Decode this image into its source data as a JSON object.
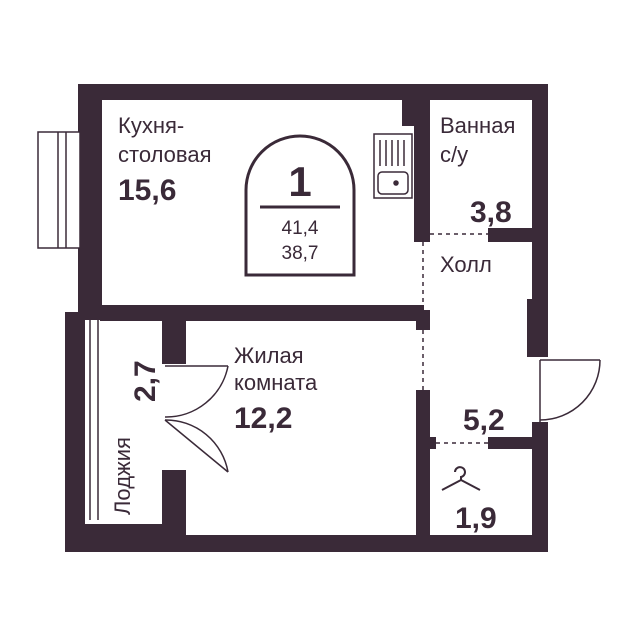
{
  "colors": {
    "wall": "#3a2a38",
    "background": "#ffffff",
    "line": "#3a2a38"
  },
  "badge": {
    "rooms": "1",
    "total_area": "41,4",
    "living_area": "38,7"
  },
  "rooms": {
    "kitchen": {
      "name_line1": "Кухня-",
      "name_line2": "столовая",
      "area": "15,6"
    },
    "bathroom": {
      "name_line1": "Ванная",
      "name_line2": "с/у",
      "area": "3,8"
    },
    "hall": {
      "name": "Холл",
      "area": "5,2"
    },
    "living": {
      "name_line1": "Жилая",
      "name_line2": "комната",
      "area": "12,2"
    },
    "loggia": {
      "name": "Лоджия",
      "area": "2,7"
    },
    "closet": {
      "area": "1,9"
    }
  },
  "icons": {
    "sink": "kitchen-sink-icon",
    "hanger": "hanger-icon"
  }
}
